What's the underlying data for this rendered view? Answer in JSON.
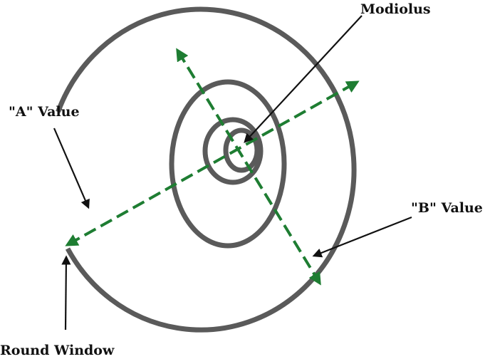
{
  "labels": {
    "modiolus": "Modiolus",
    "a_value": "\"A\" Value",
    "b_value": "\"B\" Value",
    "round_window": "Round Window"
  },
  "colors": {
    "spiral": "#5a5a5a",
    "measurement_arrow": "#1e7d32",
    "pointer_arrow": "#111111",
    "background": "#ffffff"
  }
}
